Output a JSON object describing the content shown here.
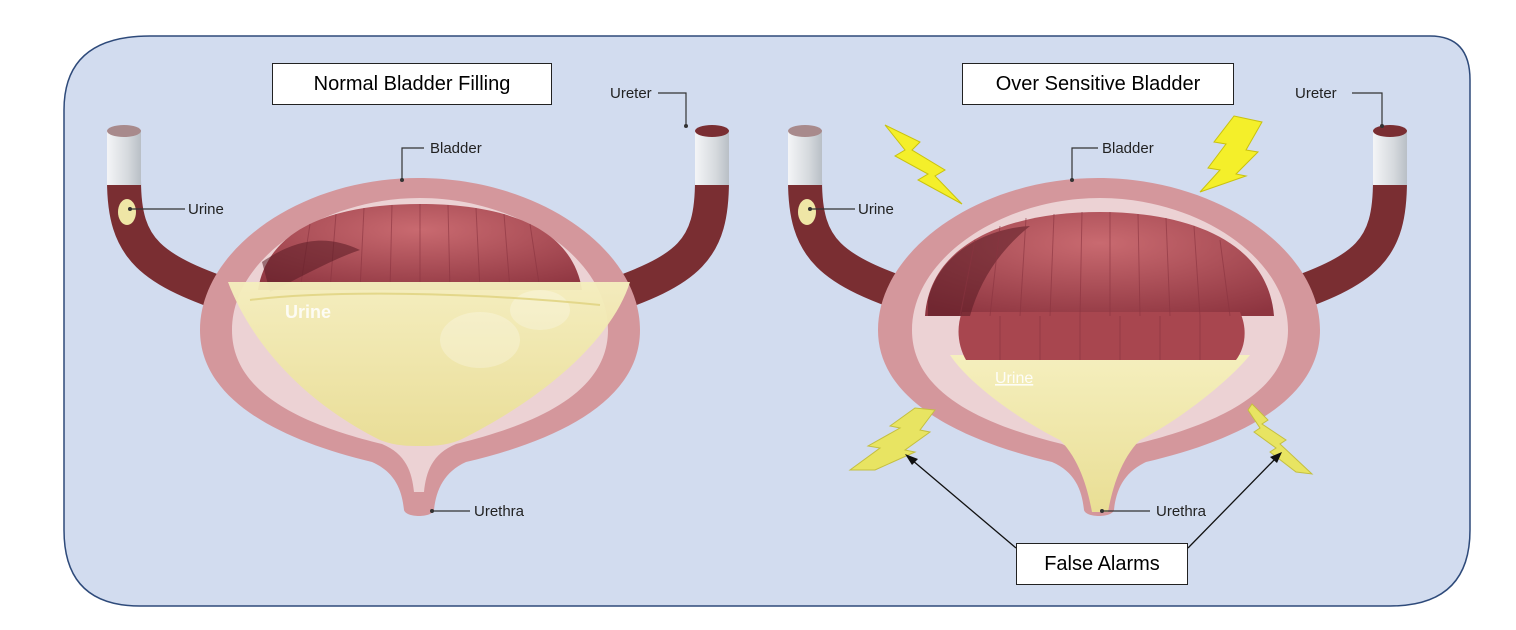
{
  "panels": {
    "left": {
      "title": "Normal Bladder Filling"
    },
    "right": {
      "title": "Over Sensitive Bladder"
    }
  },
  "labels": {
    "ureter": "Ureter",
    "bladder": "Bladder",
    "urine": "Urine",
    "urethra": "Urethra",
    "urine_inside": "Urine"
  },
  "callout": {
    "false_alarms": "False Alarms"
  },
  "colors": {
    "background_panel": "#d2dcef",
    "panel_border": "#2e4a7a",
    "bladder_outer": "#d4979c",
    "bladder_inner": "#ecd2d4",
    "muscle_dark": "#7e2c33",
    "muscle_mid": "#b5545c",
    "ureter_tube": "#7a2e32",
    "ureter_cap": "#dfe3e8",
    "urine": "#efe6a6",
    "lightning": "#f4ef2a"
  }
}
